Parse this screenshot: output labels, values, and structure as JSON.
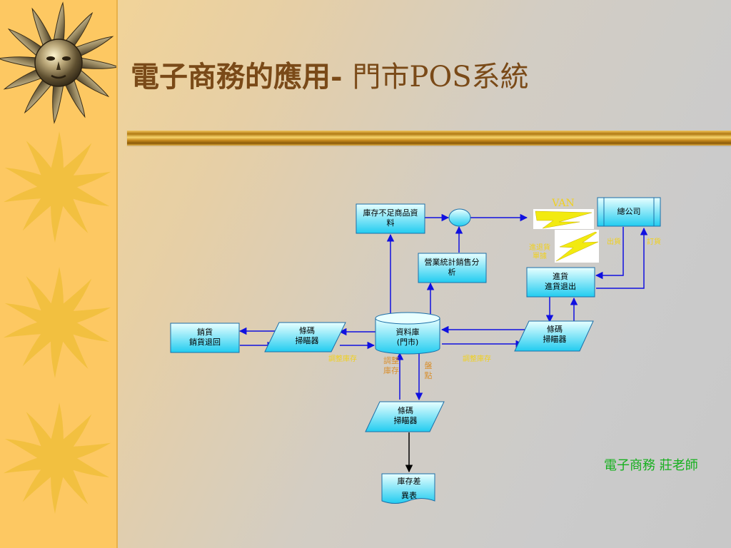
{
  "title": {
    "main": "電子商務的應用",
    "separator": "- ",
    "sub": "門市POS系統"
  },
  "footer": "電子商務  莊老師",
  "nodes": {
    "shortage": [
      "庫存不足商品資",
      "料"
    ],
    "analysis": [
      "營業統計銷售分",
      "析"
    ],
    "hq": "總公司",
    "van": "VAN",
    "receiving": [
      "進貨",
      "進貨退出"
    ],
    "sales": [
      "銷貨",
      "銷貨退回"
    ],
    "scanner_left": [
      "條碼",
      "掃瞄器"
    ],
    "database": [
      "資料庫",
      "(門市)"
    ],
    "scanner_right": [
      "條碼",
      "掃瞄器"
    ],
    "scanner_bottom": [
      "條碼",
      "掃瞄器"
    ],
    "diff_report": [
      "庫存差",
      "異表"
    ]
  },
  "labels": {
    "adjust_left": "調整庫存",
    "adjust_right": "調整庫存",
    "adjust_mid": [
      "調整",
      "庫存"
    ],
    "count": [
      "盤",
      "點"
    ],
    "ship": "出貨",
    "order": "訂貨",
    "send": [
      "進退貨",
      "單據"
    ]
  },
  "colors": {
    "box_top": "#e8ffff",
    "box_bottom": "#22ccf0",
    "edge": "#1010e0",
    "label": "#f0d020",
    "label_mid": "#d89030",
    "title": "#7a4a18",
    "footer": "#16b01e"
  }
}
